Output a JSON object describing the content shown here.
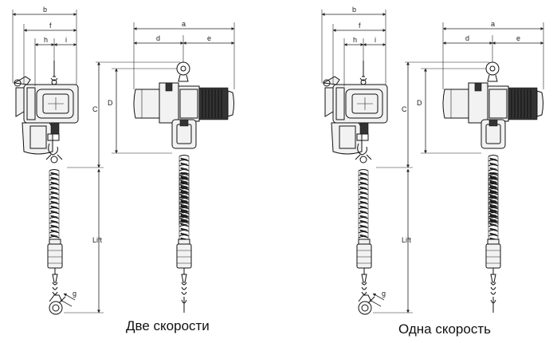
{
  "figures": [
    {
      "caption": "Две скорости",
      "dims": {
        "b": "b",
        "f": "f",
        "h": "h",
        "i": "i",
        "a": "a",
        "d": "d",
        "e": "e",
        "C": "C",
        "D": "D",
        "lift": "Lift",
        "g": "g"
      }
    },
    {
      "caption": "Одна скорость",
      "dims": {
        "b": "b",
        "f": "f",
        "h": "h",
        "i": "i",
        "a": "a",
        "d": "d",
        "e": "e",
        "C": "C",
        "D": "D",
        "lift": "Lift",
        "g": "g"
      }
    }
  ]
}
